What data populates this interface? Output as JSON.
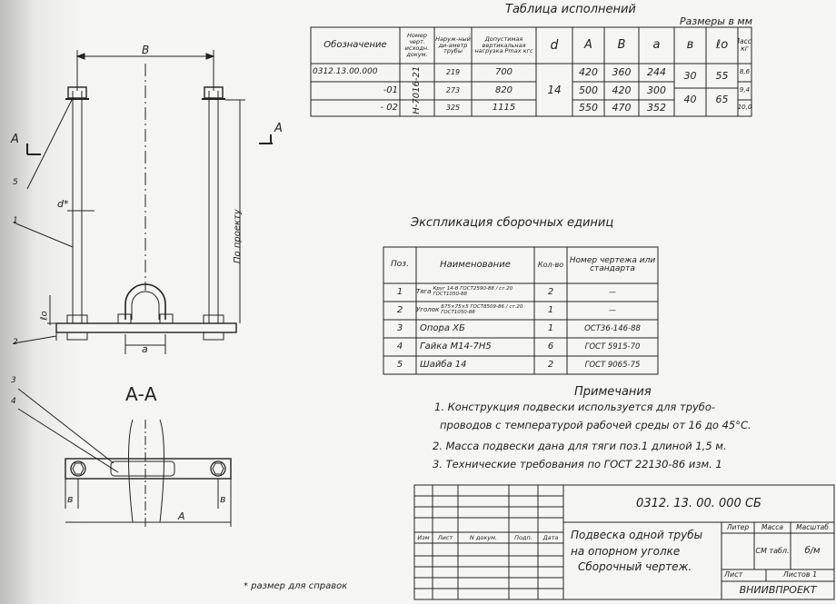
{
  "drawing": {
    "section_title": "А-А",
    "labels": {
      "dim_B": "B",
      "section_left": "А",
      "section_right": "А",
      "dim_d": "d*",
      "dim_lo": "ℓo",
      "dim_a": "a",
      "dim_b_left": "в",
      "dim_b_right": "в",
      "dim_A": "А",
      "by_project": "По проекту",
      "pos": [
        "5",
        "1",
        "2",
        "3",
        "4"
      ]
    },
    "footnote": "* размер для справок"
  },
  "exec_table": {
    "title": "Таблица исполнений",
    "units": "Размеры в мм",
    "headers": {
      "designation": "Обозначение",
      "doc": "Номер черт. исходн. докум.",
      "pipe_dia": "Наруж-ный ди-аметр трубы",
      "load": "Допустимая вертикальная нагрузка Рmax кгс",
      "d": "d",
      "A": "А",
      "B": "В",
      "a": "а",
      "b": "в",
      "lo": "ℓо",
      "mass": "Масса кг"
    },
    "doc_number": "Н-7016-21",
    "d_value": "14",
    "rows": [
      {
        "designation": "0312.13.00.000",
        "pipe": "219",
        "load": "700",
        "A": "420",
        "B": "360",
        "a": "244",
        "mass": "8,6"
      },
      {
        "designation": "-01",
        "pipe": "273",
        "load": "820",
        "A": "500",
        "B": "420",
        "a": "300",
        "mass": "9,4"
      },
      {
        "designation": "- 02",
        "pipe": "325",
        "load": "1115",
        "A": "550",
        "B": "470",
        "a": "352",
        "mass": "10,0"
      }
    ],
    "b_values": [
      "30",
      "40"
    ],
    "lo_values": [
      "55",
      "65"
    ]
  },
  "spec_table": {
    "title": "Экспликация сборочных единиц",
    "headers": {
      "pos": "Поз.",
      "name": "Наименование",
      "qty": "Кол-во",
      "doc": "Номер чертежа или стандарта"
    },
    "rows": [
      {
        "pos": "1",
        "name_a": "Тяга",
        "name_b": "Круг 14-В ГОСТ2590-88 / ст.20 ГОСТ1050-88",
        "qty": "2",
        "doc": "—"
      },
      {
        "pos": "2",
        "name_a": "Уголок",
        "name_b": "Б75×75×5 ГОСТ8509-86 / ст.20 ГОСТ1050-88",
        "qty": "1",
        "doc": "—"
      },
      {
        "pos": "3",
        "name_a": "Опора ХБ",
        "name_b": "",
        "qty": "1",
        "doc": "ОСТ36-146-88"
      },
      {
        "pos": "4",
        "name_a": "Гайка М14-7Н5",
        "name_b": "",
        "qty": "6",
        "doc": "ГОСТ 5915-70"
      },
      {
        "pos": "5",
        "name_a": "Шайба 14",
        "name_b": "",
        "qty": "2",
        "doc": "ГОСТ 9065-75"
      }
    ]
  },
  "notes": {
    "title": "Примечания",
    "lines": [
      "1. Конструкция подвески используется для трубо-",
      "проводов с температурой рабочей среды от 16 до 45°С.",
      "2. Масса подвески дана для тяги поз.1 длиной 1,5 м.",
      "3. Технические требования по ГОСТ 22130-86 изм. 1"
    ]
  },
  "title_block": {
    "doc_code": "0312. 13. 00. 000 СБ",
    "name_lines": [
      "Подвеска одной трубы",
      "на опорном уголке",
      "Сборочный чертеж."
    ],
    "col_labels": [
      "Изм",
      "Лист",
      "N докум.",
      "Подп.",
      "Дата"
    ],
    "litera": "Литер",
    "mass": "Масса",
    "scale": "Масштаб",
    "mass_value": "СМ табл.",
    "scale_value": "б/м",
    "sheet": "Лист",
    "sheets": "Листов 1",
    "org": "ВНИИВПРОЕКТ"
  }
}
